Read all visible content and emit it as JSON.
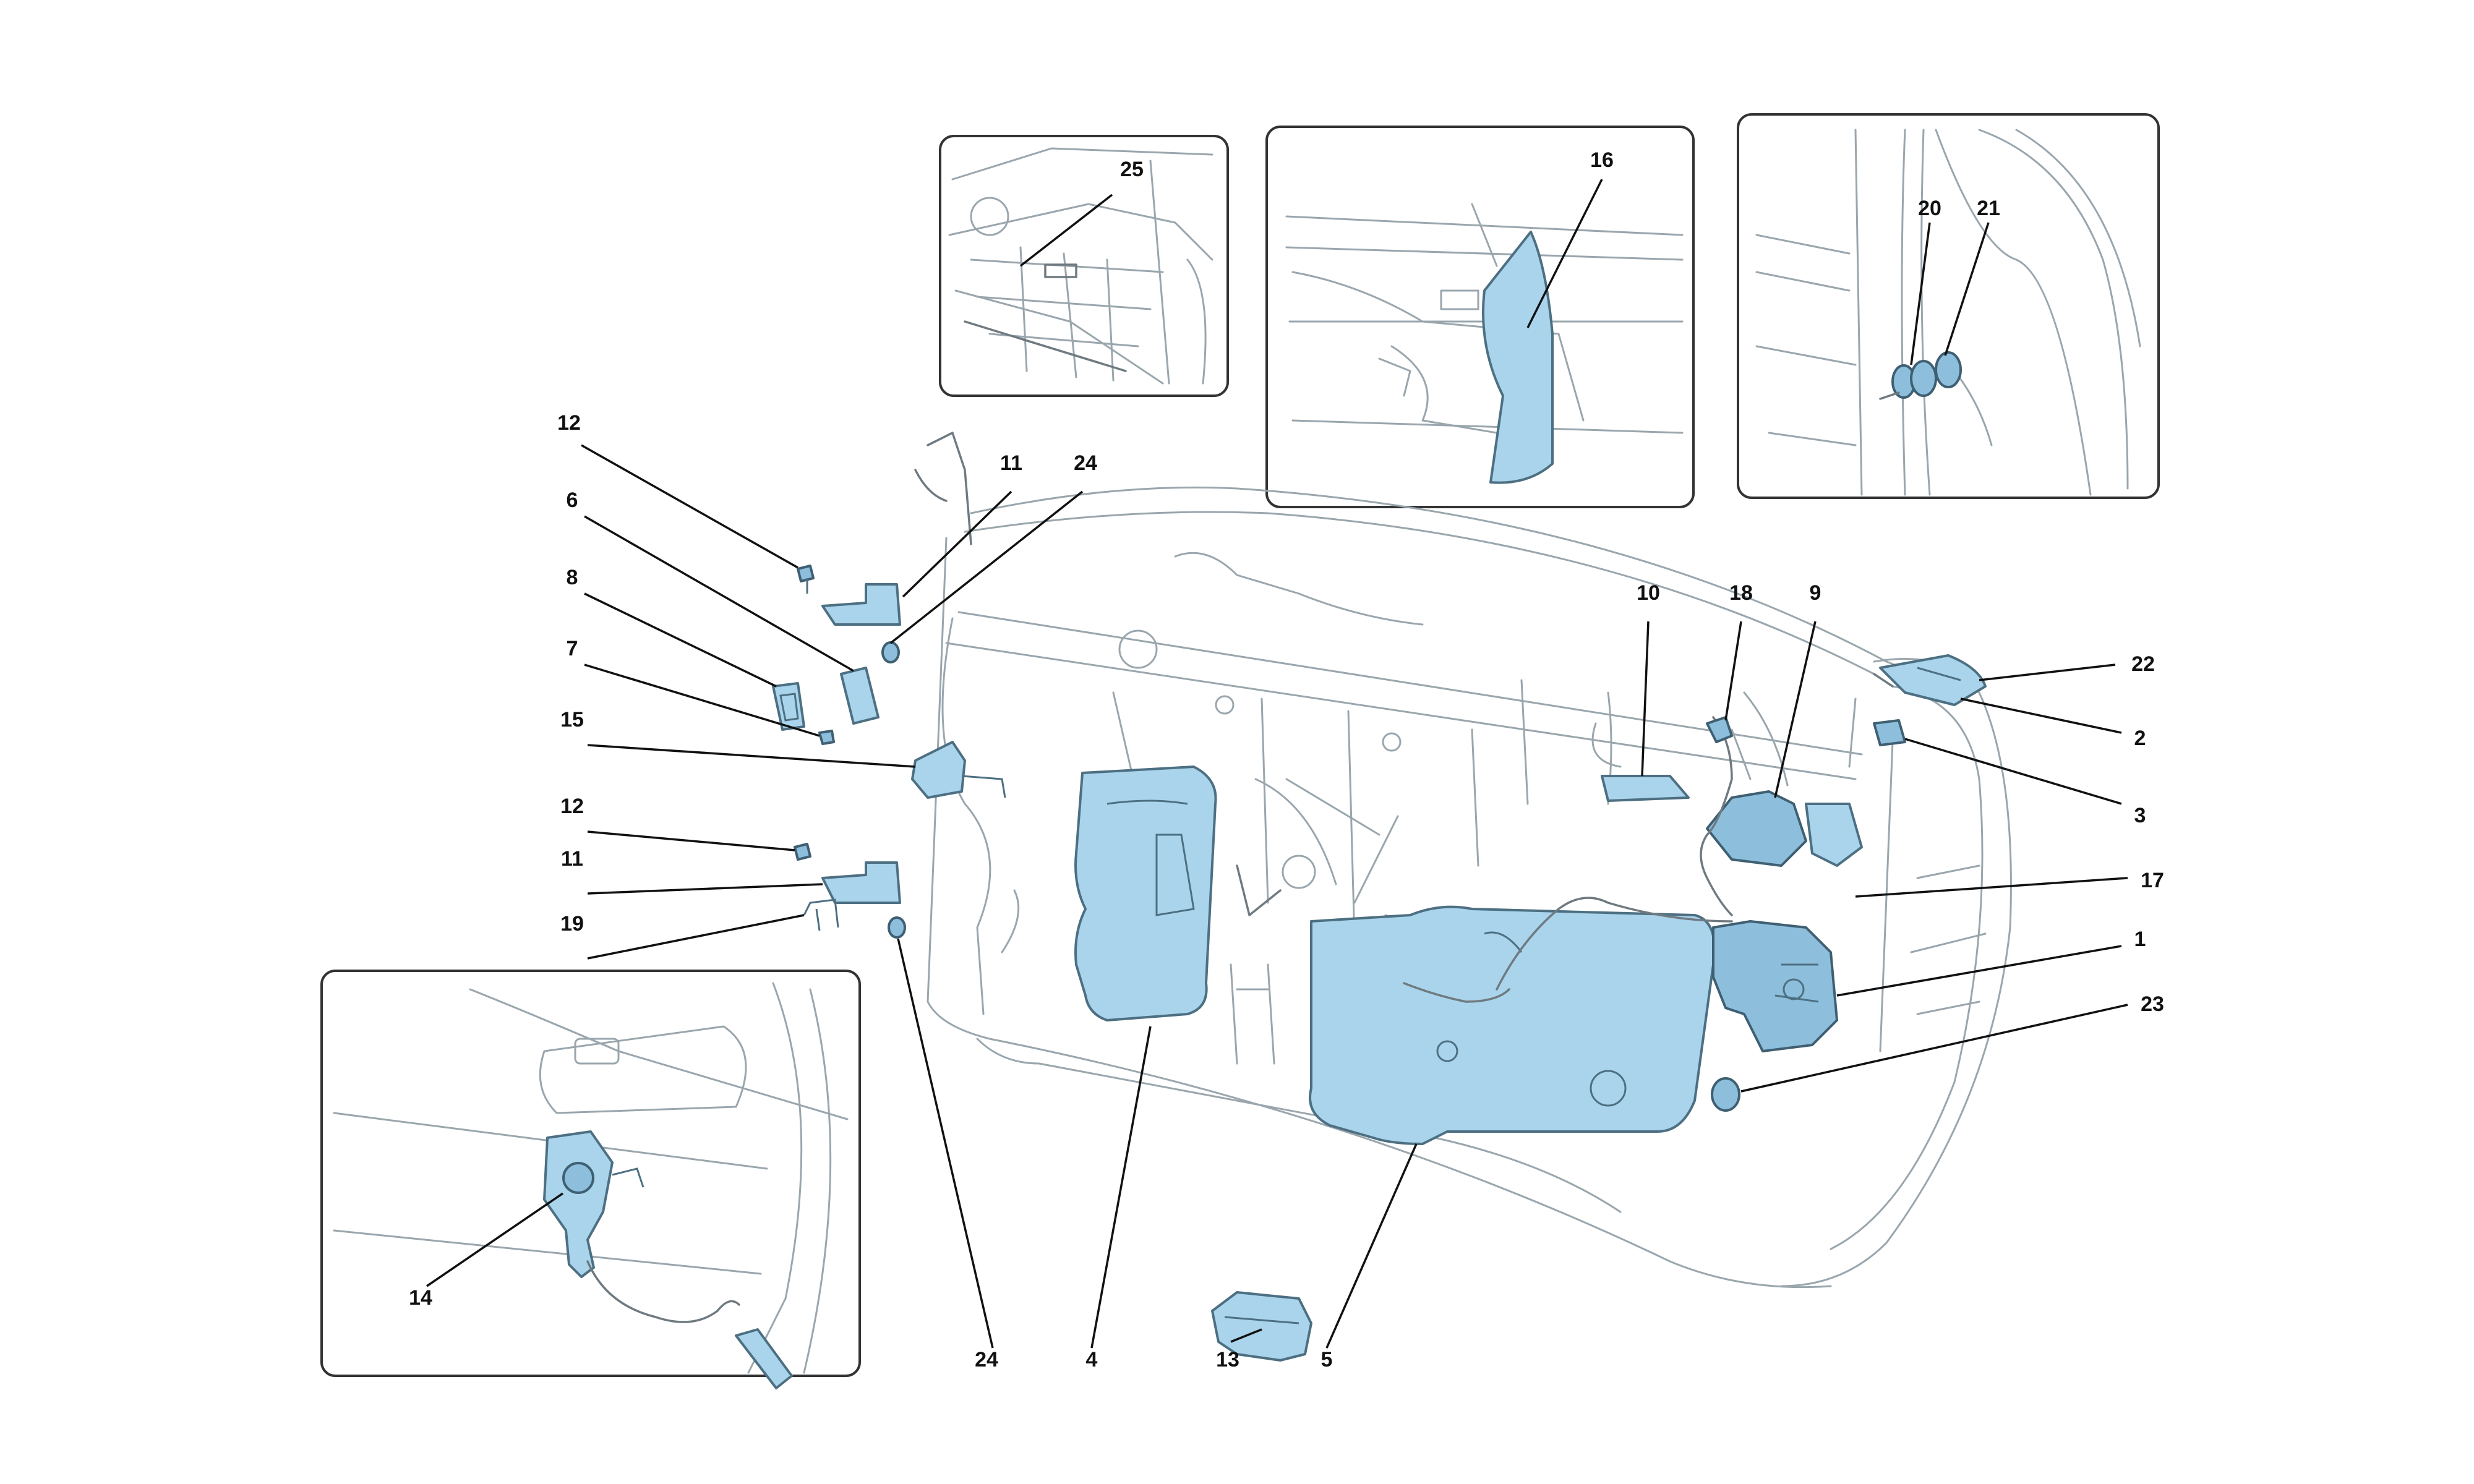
{
  "callouts": {
    "c1": "1",
    "c2": "2",
    "c3": "3",
    "c4": "4",
    "c5": "5",
    "c6": "6",
    "c7": "7",
    "c8": "8",
    "c9": "9",
    "c10": "10",
    "c11a": "11",
    "c11b": "11",
    "c12a": "12",
    "c12b": "12",
    "c13": "13",
    "c14": "14",
    "c15": "15",
    "c16": "16",
    "c17": "17",
    "c18": "18",
    "c19": "19",
    "c20": "20",
    "c21": "21",
    "c22": "22",
    "c23": "23",
    "c24a": "24",
    "c24b": "24",
    "c25": "25"
  },
  "colors": {
    "part_fill": "#a9d4ec",
    "part_stroke": "#4d6f82",
    "sketch_line": "#9aa6ad",
    "frame_border": "#333333",
    "callout_text": "#111111"
  }
}
